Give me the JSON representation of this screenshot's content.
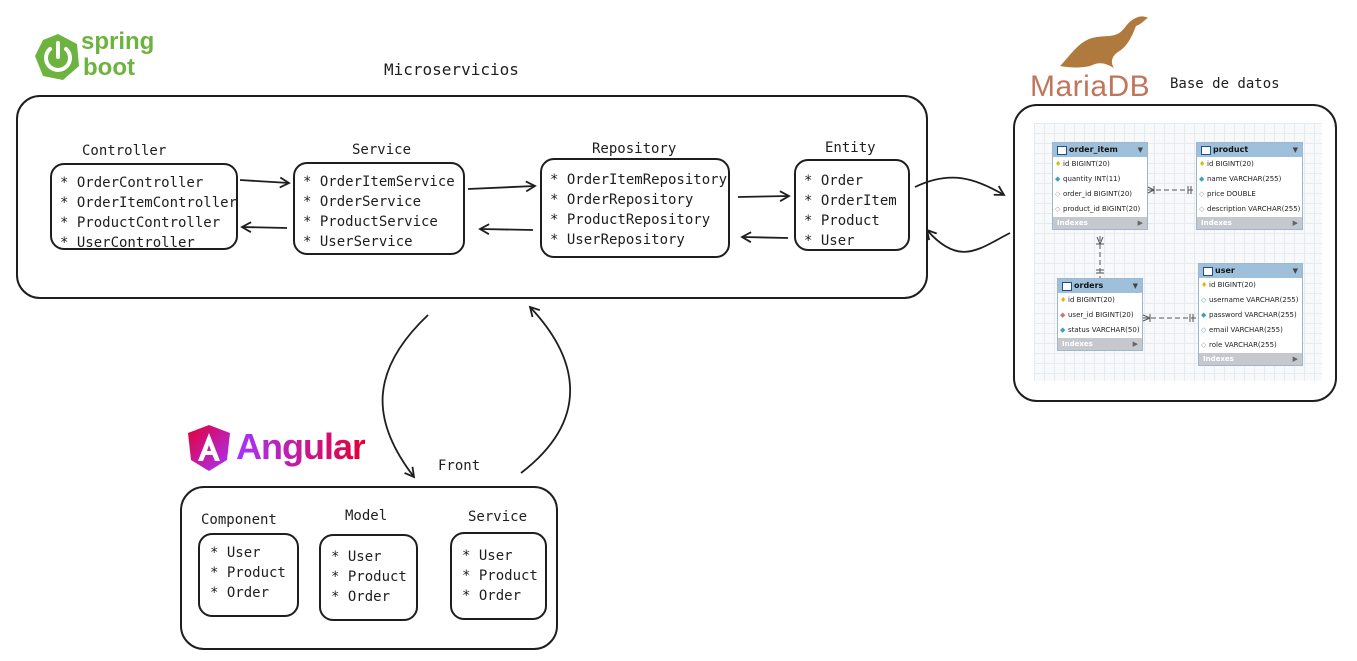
{
  "logos": {
    "spring_line1": "spring",
    "spring_line2": "boot",
    "mariadb": "MariaDB",
    "angular": "Angular"
  },
  "backend": {
    "title": "Microservicios",
    "groups": [
      {
        "label": "Controller",
        "items": [
          "OrderController",
          "OrderItemController",
          "ProductController",
          "UserController"
        ]
      },
      {
        "label": "Service",
        "items": [
          "OrderItemService",
          "OrderService",
          "ProductService",
          "UserService"
        ]
      },
      {
        "label": "Repository",
        "items": [
          "OrderItemRepository",
          "OrderRepository",
          "ProductRepository",
          "UserRepository"
        ]
      },
      {
        "label": "Entity",
        "items": [
          "Order",
          "OrderItem",
          "Product",
          "User"
        ]
      }
    ]
  },
  "database": {
    "title": "Base de datos",
    "tables": [
      {
        "name": "order_item",
        "columns": [
          "id BIGINT(20)",
          "quantity INT(11)",
          "order_id BIGINT(20)",
          "product_id BIGINT(20)"
        ],
        "footer": "Indexes"
      },
      {
        "name": "product",
        "columns": [
          "id BIGINT(20)",
          "name VARCHAR(255)",
          "price DOUBLE",
          "description VARCHAR(255)"
        ],
        "footer": "Indexes"
      },
      {
        "name": "orders",
        "columns": [
          "id BIGINT(20)",
          "user_id BIGINT(20)",
          "status VARCHAR(50)"
        ],
        "footer": "Indexes"
      },
      {
        "name": "user",
        "columns": [
          "id BIGINT(20)",
          "username VARCHAR(255)",
          "password VARCHAR(255)",
          "email VARCHAR(255)",
          "role VARCHAR(255)"
        ],
        "footer": "Indexes"
      }
    ]
  },
  "frontend": {
    "title": "Front",
    "groups": [
      {
        "label": "Component",
        "items": [
          "User",
          "Product",
          "Order"
        ]
      },
      {
        "label": "Model",
        "items": [
          "User",
          "Product",
          "Order"
        ]
      },
      {
        "label": "Service",
        "items": [
          "User",
          "Product",
          "Order"
        ]
      }
    ]
  },
  "colors": {
    "spring_green": "#6db33f",
    "mariadb_brown": "#c0765a",
    "mariadb_seal": "#b07a3f",
    "angular_start": "#e40035",
    "angular_end": "#a633ff"
  }
}
